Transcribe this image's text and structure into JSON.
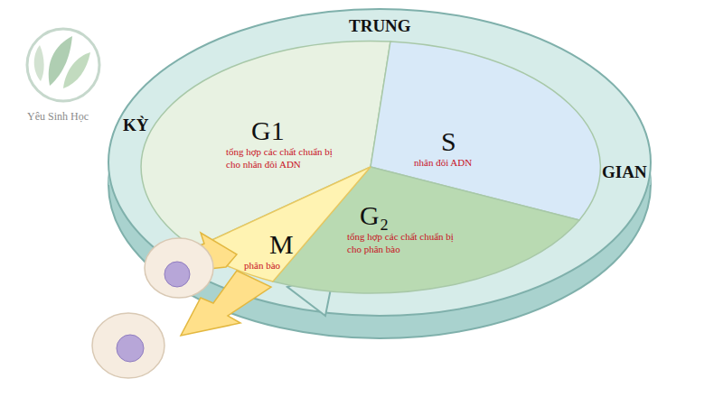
{
  "diagram": {
    "nodes": [
      {
        "text": [
          "G1",
          "tổng hợp các chất chuẩn bị cho nhân đôi ADN"
        ]
      },
      {
        "text": [
          "S",
          "nhân đôi ADN"
        ]
      },
      {
        "text": [
          "G₂",
          "tổng hợp các chất chuẩn bị cho phân bào"
        ]
      },
      {
        "text": [
          "M",
          "phân bào"
        ]
      }
    ],
    "labels": [
      "TRUNG",
      "KỲ",
      "GIAN",
      "Yêu Sinh Học"
    ]
  }
}
